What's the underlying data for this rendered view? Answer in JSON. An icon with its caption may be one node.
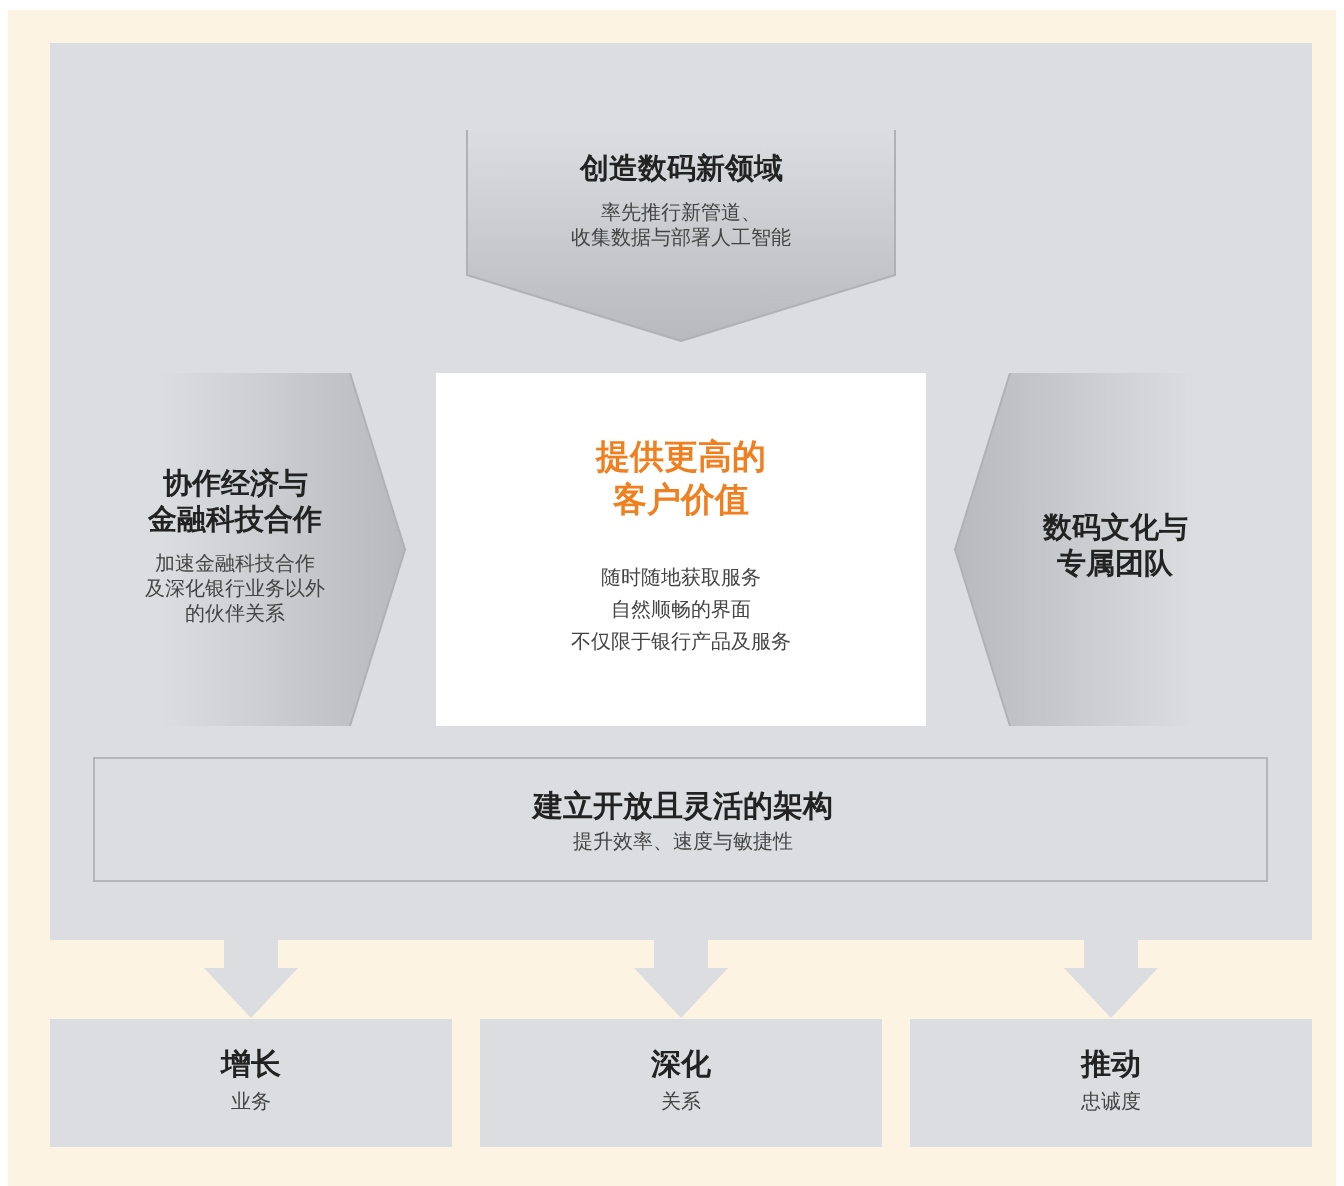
{
  "diagram": {
    "nodes": [
      {
        "text": [],
        "shape": "box"
      },
      {
        "text": [
          "创造数码新领域",
          "率先推行新管道、收集数据与部署人工智能"
        ],
        "in": 0
      },
      {
        "text": [
          "协作经济与金融科技合作",
          "加速金融科技合作及深化银行业务以外的伙伴关系"
        ],
        "in": 0
      },
      {
        "text": [
          "提供更高的客户价值",
          "随时随地获取服务",
          "自然顺畅的界面",
          "不仅限于银行产品及服务"
        ],
        "in": 0
      },
      {
        "text": [
          "数码文化与专属团队"
        ],
        "in": 0
      },
      {
        "text": [
          "建立开放且灵活的架构",
          "提升效率、速度与敏捷性"
        ],
        "in": 0
      },
      {
        "text": [
          "增长",
          "业务"
        ]
      },
      {
        "text": [
          "深化",
          "关系"
        ]
      },
      {
        "text": [
          "推动",
          "忠诚度"
        ]
      }
    ],
    "edges": [
      {
        "from": 0,
        "to": 6,
        "arrow": "to"
      },
      {
        "from": 0,
        "to": 7,
        "arrow": "to"
      },
      {
        "from": 0,
        "to": 8,
        "arrow": "to"
      }
    ]
  }
}
